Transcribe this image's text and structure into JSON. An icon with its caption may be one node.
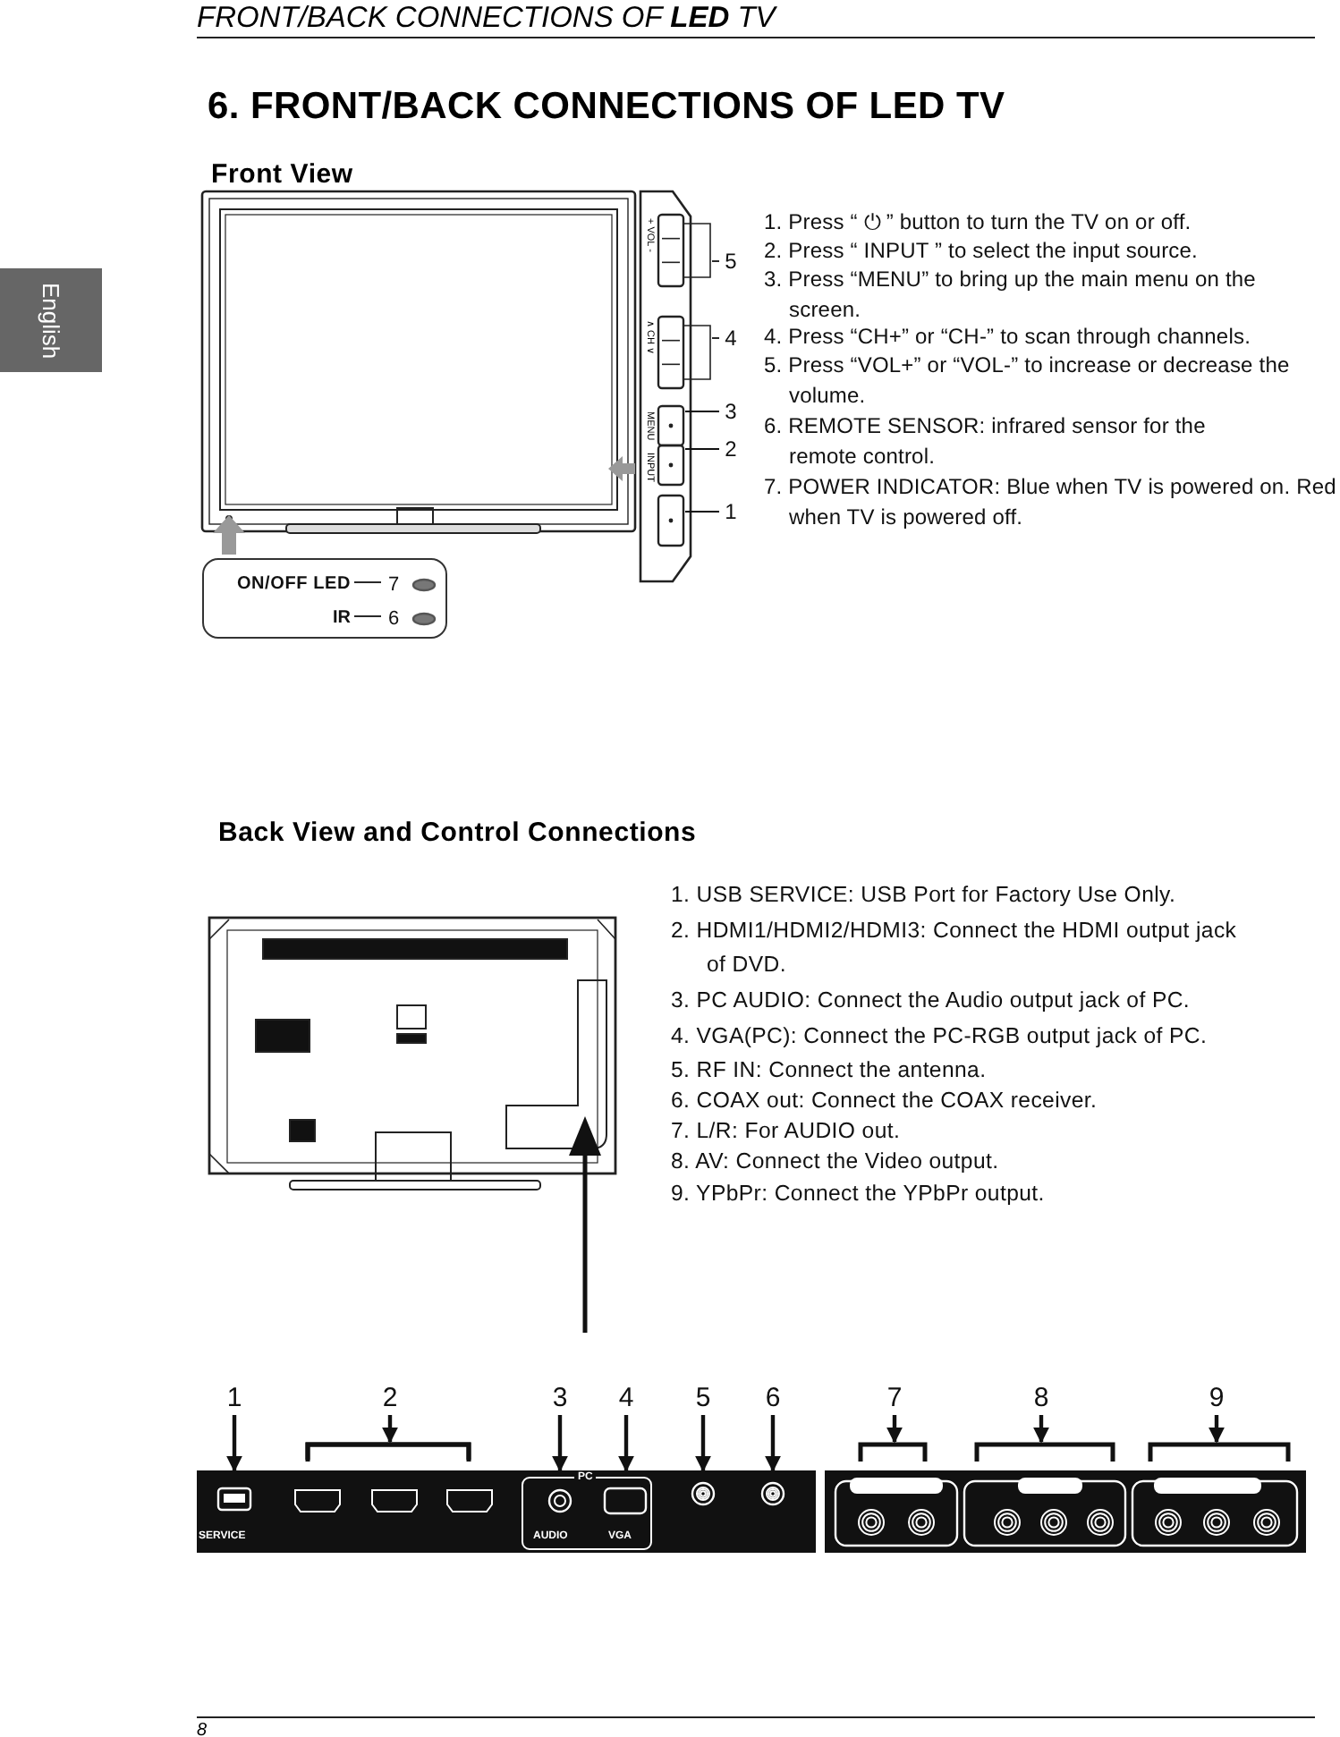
{
  "diagram": {
    "title": "6. FRONT/BACK CONNECTIONS OF LED TV",
    "nodes": [
      {
        "text": [],
        "shape": "box",
        "beside": [
          "+ VOL -"
        ]
      },
      {
        "text": [],
        "shape": "box",
        "beside": [
          "∧ CH ∨"
        ]
      },
      {
        "text": [],
        "shape": "box",
        "beside": [
          "MENU"
        ]
      },
      {
        "text": [],
        "shape": "box",
        "beside": [
          "INPUT"
        ]
      },
      {
        "text": [],
        "shape": "box"
      },
      {
        "text": [
          "5"
        ]
      },
      {
        "text": [
          "4"
        ]
      },
      {
        "text": [
          "3"
        ]
      },
      {
        "text": [
          "2"
        ]
      },
      {
        "text": [
          "1"
        ]
      },
      {
        "text": [],
        "shape": "box"
      },
      {
        "text": [
          "ON/OFF LED"
        ],
        "in": 10
      },
      {
        "text": [
          "7"
        ],
        "in": 10
      },
      {
        "text": [],
        "shape": "circle",
        "in": 10
      },
      {
        "text": [
          "IR"
        ],
        "in": 10
      },
      {
        "text": [
          "6"
        ],
        "in": 10
      },
      {
        "text": [],
        "shape": "circle",
        "in": 10
      },
      {
        "text": [
          "1"
        ]
      },
      {
        "text": [
          "2"
        ]
      },
      {
        "text": [
          "3"
        ]
      },
      {
        "text": [
          "4"
        ]
      },
      {
        "text": [
          "5"
        ]
      },
      {
        "text": [
          "6"
        ]
      },
      {
        "text": [
          "7"
        ]
      },
      {
        "text": [
          "8"
        ]
      },
      {
        "text": [
          "9"
        ]
      },
      {
        "text": [],
        "shape": "box"
      },
      {
        "text": [],
        "shape": "bracket"
      },
      {
        "text": [],
        "shape": "circle"
      },
      {
        "text": [],
        "shape": "box"
      },
      {
        "text": [],
        "shape": "circle"
      },
      {
        "text": [],
        "shape": "circle"
      },
      {
        "text": [],
        "shape": "box"
      },
      {
        "text": [],
        "shape": "box"
      },
      {
        "text": [],
        "shape": "box"
      }
    ],
    "edges": [
      {
        "from": 5,
        "to": 0,
        "arrow": "none"
      },
      {
        "from": 6,
        "to": 1,
        "arrow": "none"
      },
      {
        "from": 7,
        "to": 2,
        "arrow": "none"
      },
      {
        "from": 8,
        "to": 3,
        "arrow": "none"
      },
      {
        "from": 9,
        "to": 4,
        "arrow": "none"
      },
      {
        "from": 11,
        "to": 12,
        "arrow": "none"
      },
      {
        "from": 14,
        "to": 15,
        "arrow": "none"
      },
      {
        "from": 17,
        "to": 26,
        "arrow": "to"
      },
      {
        "from": 18,
        "to": 27,
        "arrow": "to"
      },
      {
        "from": 19,
        "to": 28,
        "arrow": "to"
      },
      {
        "from": 20,
        "to": 29,
        "arrow": "to"
      },
      {
        "from": 21,
        "to": 30,
        "arrow": "to"
      },
      {
        "from": 22,
        "to": 31,
        "arrow": "to"
      },
      {
        "from": 23,
        "to": 32,
        "arrow": "to"
      },
      {
        "from": 24,
        "to": 33,
        "arrow": "to"
      },
      {
        "from": 25,
        "to": 34,
        "arrow": "to"
      }
    ],
    "labels": [
      "FRONT/BACK CONNECTIONS OF **LED** TV",
      "English",
      "Front View",
      "1. Press “ ⏻ ” button to turn the TV on or off.",
      "2. Press “ INPUT ” to select the input source.",
      "3. Press “MENU” to bring up the main menu on the screen.",
      "4. Press “CH+” or “CH-” to scan through channels.",
      "5. Press “VOL+” or “VOL-” to increase or decrease the volume.",
      "6. REMOTE SENSOR: infrared sensor for the remote control.",
      "7. POWER INDICATOR: Blue when TV is powered on. Red when TV is powered off.",
      "Back View and Control Connections",
      "1. USB SERVICE: USB Port for Factory Use Only.",
      "2. HDMI1/HDMI2/HDMI3: Connect the HDMI output jack of DVD.",
      "3. PC AUDIO: Connect the Audio output jack of PC.",
      "4. VGA(PC): Connect the PC-RGB output jack of PC.",
      "5. RF IN: Connect the antenna.",
      "6. COAX out: Connect the COAX receiver.",
      "7. L/R: For AUDIO out.",
      "8. AV: Connect the Video output.",
      "9. YPbPr: Connect the YPbPr output.",
      "SERVICE",
      "PC",
      "AUDIO",
      "VGA",
      "8"
    ]
  }
}
